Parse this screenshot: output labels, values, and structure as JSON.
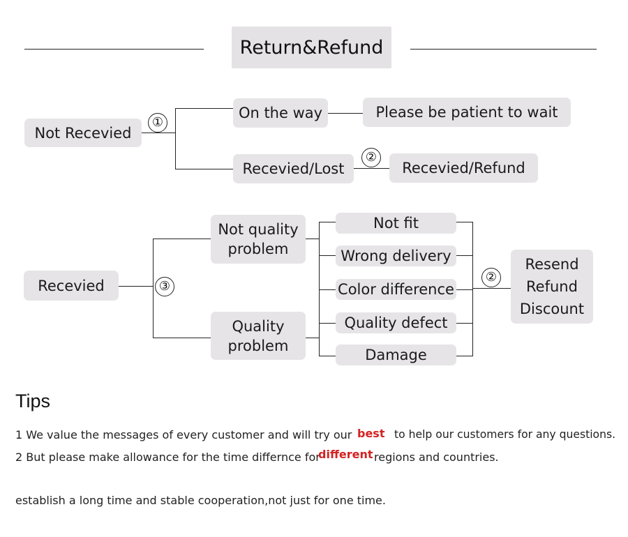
{
  "title": "Return&Refund",
  "flow1": {
    "start": "Not Recevied",
    "marker_1": "①",
    "on_the_way": "On the way",
    "wait": "Please be patient to wait",
    "received_lost": "Recevied/Lost",
    "marker_2": "②",
    "received_refund": "Recevied/Refund"
  },
  "flow2": {
    "start": "Recevied",
    "marker_3": "③",
    "not_quality": [
      "Not quality",
      "problem"
    ],
    "quality": [
      "Quality",
      "problem"
    ],
    "reasons": [
      "Not fit",
      "Wrong delivery",
      "Color difference",
      "Quality defect",
      "Damage"
    ],
    "marker_2": "②",
    "outcomes": [
      "Resend",
      "Refund",
      "Discount"
    ]
  },
  "tips": {
    "heading": "Tips",
    "line1_a": "1 We value the messages of every customer and will try our",
    "line1_highlight": "best",
    "line1_b": "to help our customers for any questions.",
    "line2_a": "2 But please make allowance for the time differnce for",
    "line2_highlight": "different",
    "line2_b": "regions and countries.",
    "line3": "establish a long time  and stable cooperation,not just for one time."
  },
  "colors": {
    "box": "#e6e4e7",
    "highlight": "#d42222",
    "line": "#222222"
  }
}
